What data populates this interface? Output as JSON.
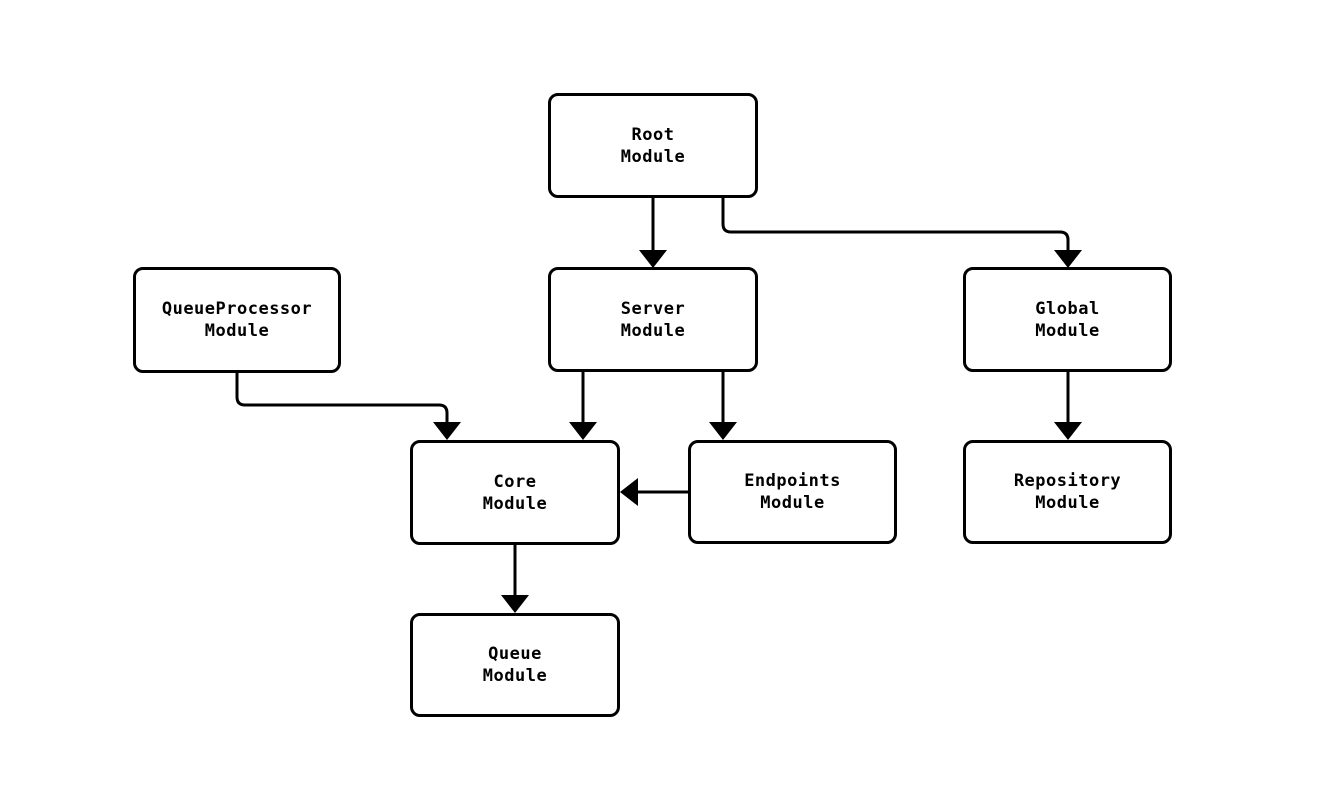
{
  "diagram": {
    "type": "module-dependency-diagram",
    "background_color": "#ffffff",
    "stroke_color": "#000000",
    "nodes": {
      "root": {
        "line1": "Root",
        "line2": "Module"
      },
      "queue_processor": {
        "line1": "QueueProcessor",
        "line2": "Module"
      },
      "server": {
        "line1": "Server",
        "line2": "Module"
      },
      "global": {
        "line1": "Global",
        "line2": "Module"
      },
      "core": {
        "line1": "Core",
        "line2": "Module"
      },
      "endpoints": {
        "line1": "Endpoints",
        "line2": "Module"
      },
      "repository": {
        "line1": "Repository",
        "line2": "Module"
      },
      "queue": {
        "line1": "Queue",
        "line2": "Module"
      }
    },
    "edges": [
      {
        "from": "Root Module",
        "to": "Server Module"
      },
      {
        "from": "Root Module",
        "to": "Global Module"
      },
      {
        "from": "QueueProcessor Module",
        "to": "Core Module"
      },
      {
        "from": "Server Module",
        "to": "Core Module"
      },
      {
        "from": "Server Module",
        "to": "Endpoints Module"
      },
      {
        "from": "Endpoints Module",
        "to": "Core Module"
      },
      {
        "from": "Global Module",
        "to": "Repository Module"
      },
      {
        "from": "Core Module",
        "to": "Queue Module"
      }
    ]
  }
}
